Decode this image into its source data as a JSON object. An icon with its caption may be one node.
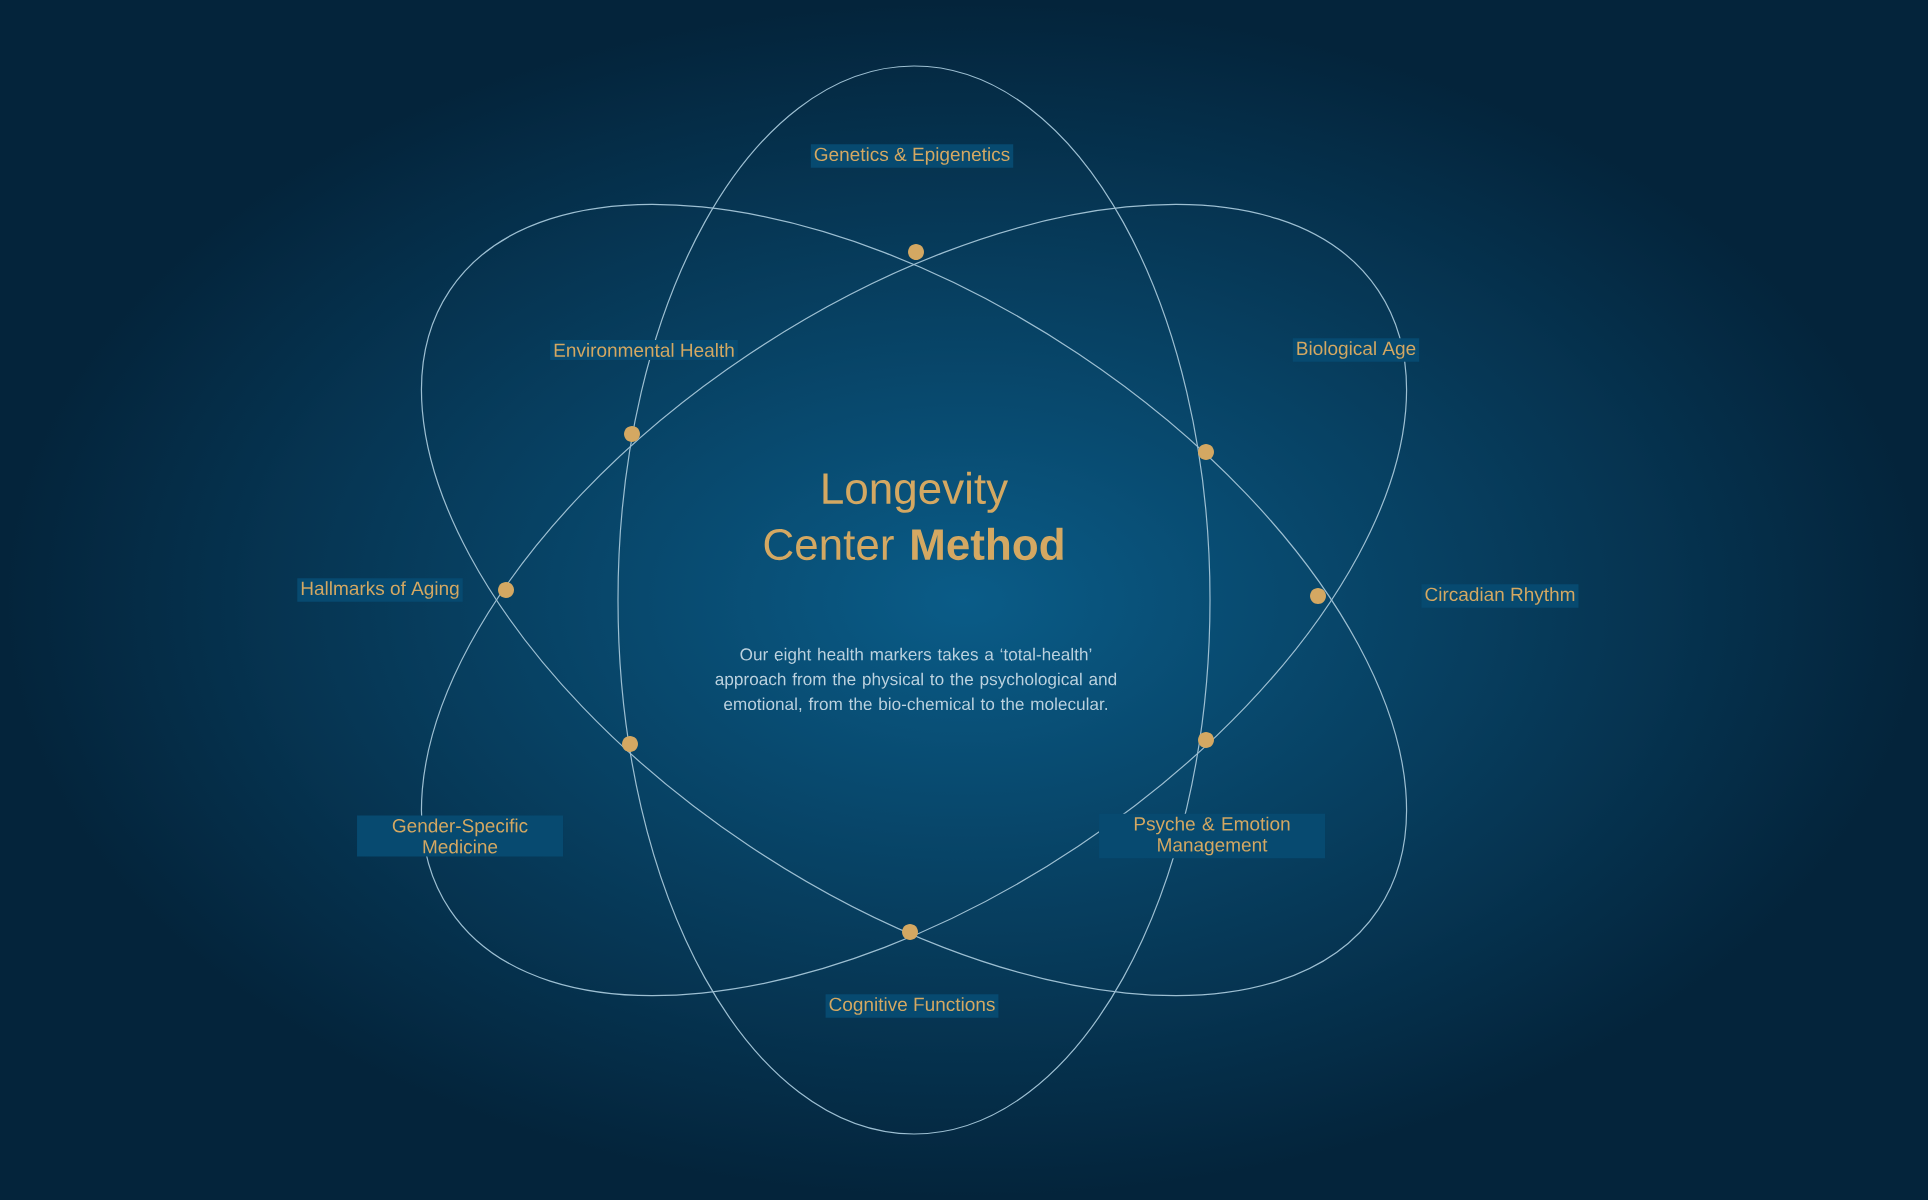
{
  "diagram": {
    "title": "Longevity Center **Method**",
    "labels": [
      "Genetics & Epigenetics",
      "Environmental Health",
      "Biological Age",
      "Hallmarks of Aging",
      "Circadian Rhythm",
      "Our eight health markers takes a ‘total-health’ approach from the physical to the psychological and emotional, from the bio-chemical to the molecular.",
      "Gender-Specific Medicine",
      "Psyche & Emotion Management",
      "Cognitive Functions"
    ]
  }
}
